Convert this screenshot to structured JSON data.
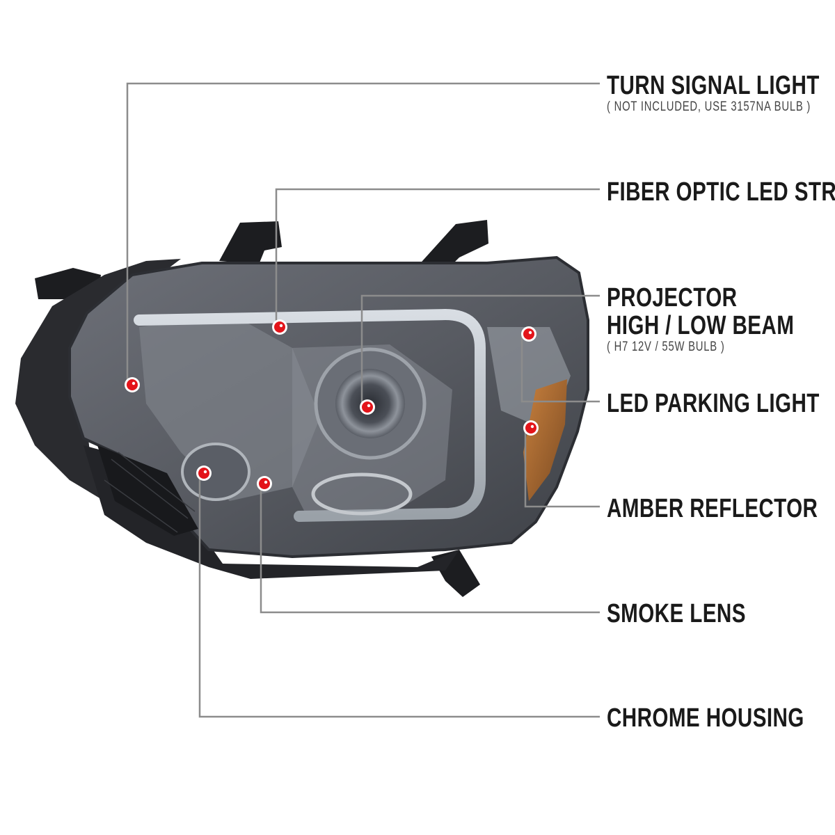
{
  "colors": {
    "leader_gray": "#8c8c8c",
    "leader_red": "#c0181c",
    "marker_red": "#e3141a",
    "text": "#1a1a1a"
  },
  "callouts": [
    {
      "id": "turn-signal-light",
      "title": "TURN SIGNAL LIGHT",
      "note": "( NOT INCLUDED, USE  3157NA  BULB )"
    },
    {
      "id": "fiber-optic-led-strip",
      "title": "FIBER OPTIC LED STRIP",
      "note": ""
    },
    {
      "id": "projector",
      "title": "PROJECTOR",
      "title2": "HIGH / LOW BEAM",
      "note": "( H7  12V / 55W  BULB )"
    },
    {
      "id": "led-parking-light",
      "title": "LED PARKING LIGHT",
      "note": ""
    },
    {
      "id": "amber-reflector",
      "title": "AMBER REFLECTOR",
      "note": ""
    },
    {
      "id": "smoke-lens",
      "title": "SMOKE LENS",
      "note": ""
    },
    {
      "id": "chrome-housing",
      "title": "CHROME HOUSING",
      "note": ""
    }
  ]
}
